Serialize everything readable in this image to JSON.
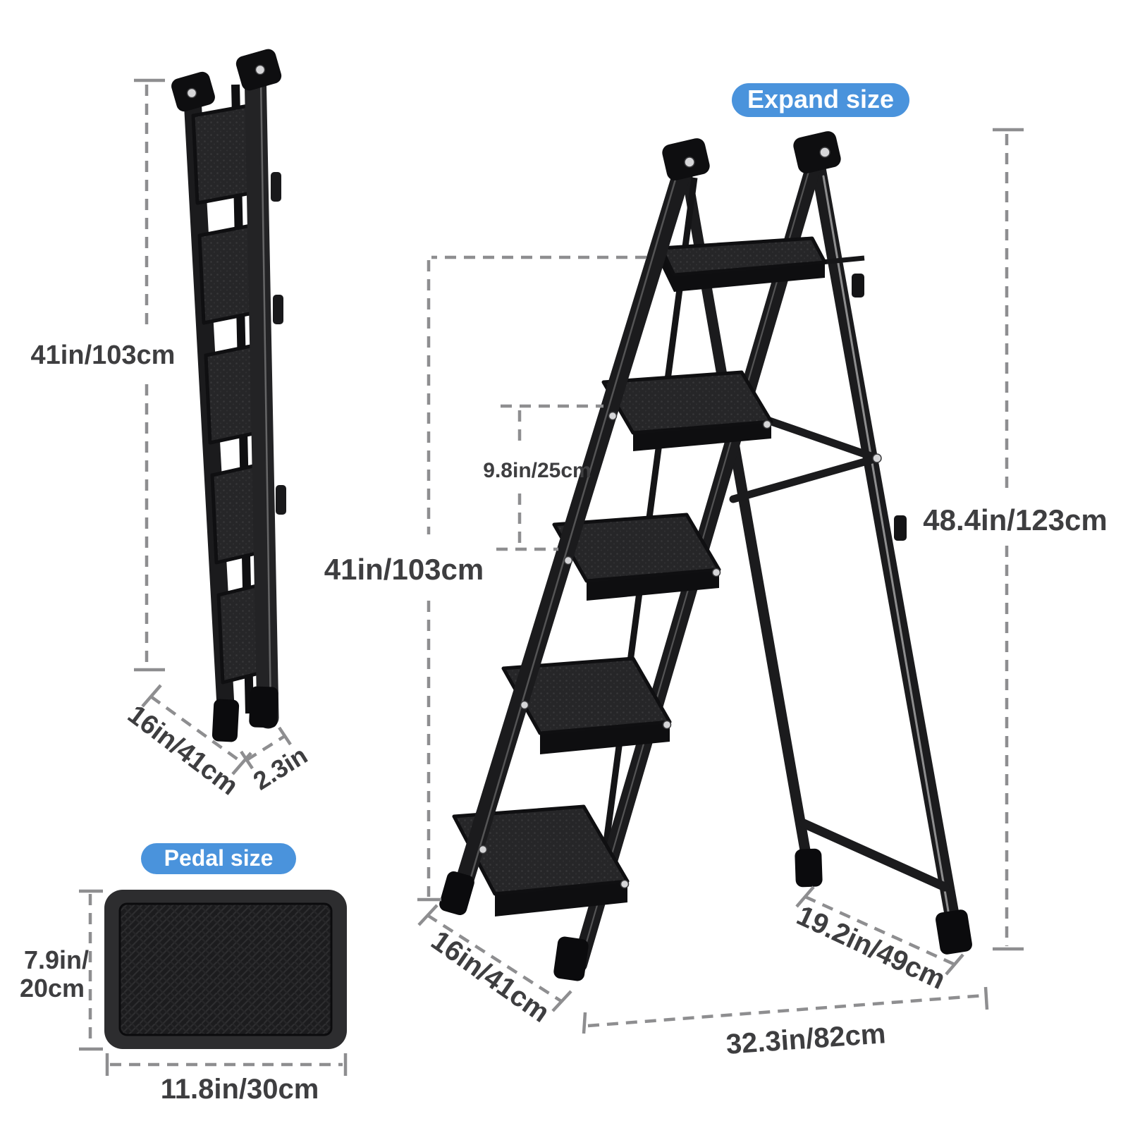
{
  "badges": {
    "expand": "Expand size",
    "pedal": "Pedal size"
  },
  "folded_ladder": {
    "height_label": "41in/103cm",
    "depth_label": "16in/41cm",
    "thickness_label": "2.3in"
  },
  "expanded_ladder": {
    "front_height_label": "41in/103cm",
    "total_height_label": "48.4in/123cm",
    "step_spacing_label": "9.8in/25cm",
    "rear_base_label": "19.2in/49cm",
    "width_label": "16in/41cm",
    "base_depth_label": "32.3in/82cm"
  },
  "pedal": {
    "depth_label_line1": "7.9in/",
    "depth_label_line2": "20cm",
    "width_label": "11.8in/30cm"
  },
  "colors": {
    "badge_bg": "#4a93dc",
    "badge_text": "#ffffff",
    "dimension_text": "#3e3e40",
    "dimension_line": "#8e8e90",
    "ladder_black": "#1b1b1d"
  }
}
